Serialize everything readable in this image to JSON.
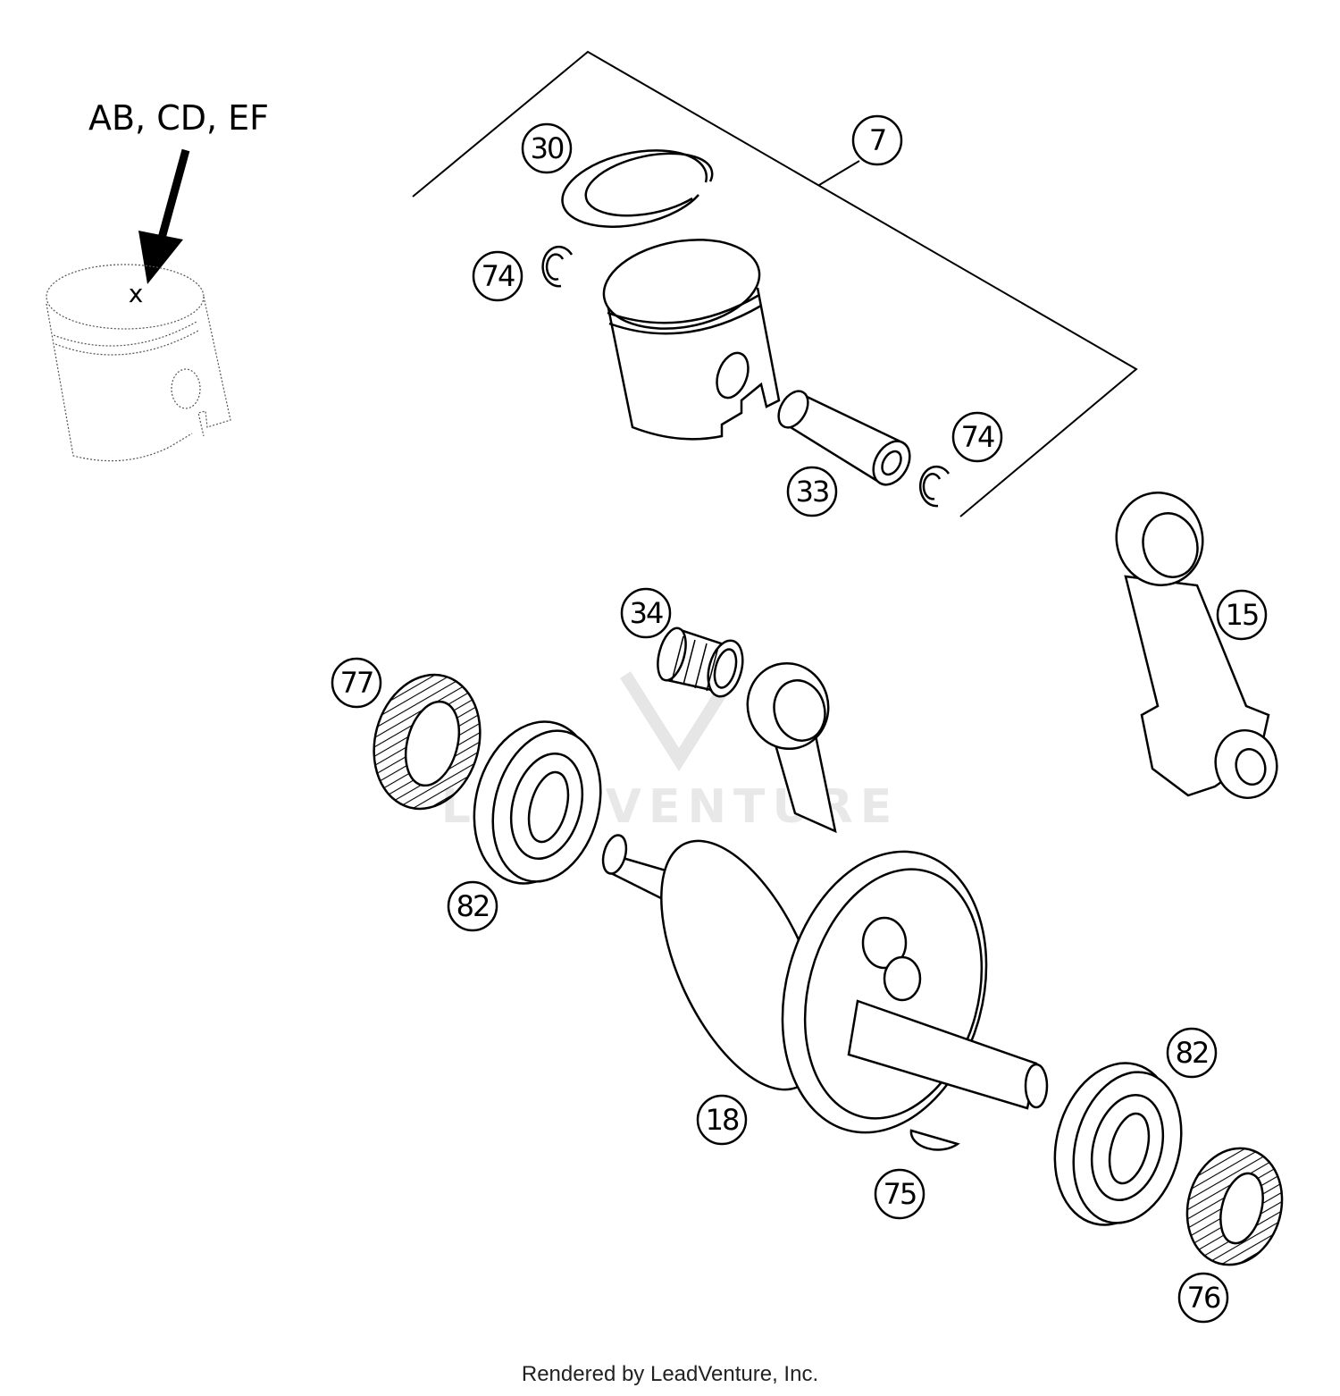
{
  "piston_marking_label": "AB, CD, EF",
  "piston_marking_symbol": "x",
  "watermark": "LEADVENTURE",
  "footer": "Rendered by LeadVenture, Inc.",
  "callouts": {
    "kit": "7",
    "ring": "30",
    "circlip_left": "74",
    "circlip_right": "74",
    "wrist_pin": "33",
    "needle_bearing": "34",
    "connecting_rod": "15",
    "seal_left": "77",
    "bearing_left": "82",
    "bearing_right": "82",
    "crankshaft": "18",
    "woodruff_key": "75",
    "seal_right": "76"
  }
}
